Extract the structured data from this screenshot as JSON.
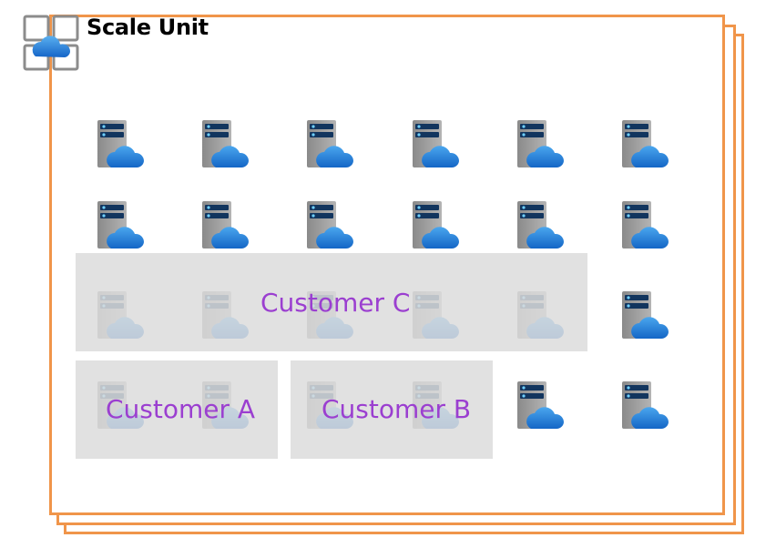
{
  "scale_unit": {
    "title": "Scale Unit",
    "icon": "scale-unit-cloud-grid-icon"
  },
  "servers": {
    "icon": "server-cloud-icon",
    "rows": 4,
    "columns": 6
  },
  "customers": [
    {
      "label": "Customer C"
    },
    {
      "label": "Customer A"
    },
    {
      "label": "Customer B"
    }
  ],
  "colors": {
    "frame": "#f0954a",
    "label": "#9b3fd0",
    "panel": "#dcdcdc",
    "cloud": "#1f86dc"
  }
}
